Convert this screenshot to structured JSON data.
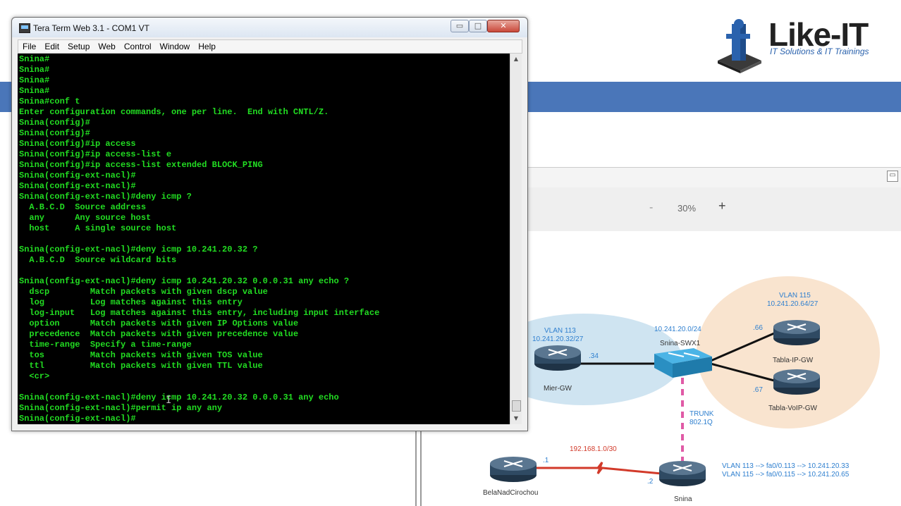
{
  "slide": {
    "logo_word": "Like-IT",
    "logo_tagline": "IT Solutions & IT Trainings",
    "band_color": "#4a76b9"
  },
  "viewer": {
    "restore_icon": "restore-icon",
    "zoom_minus": "-",
    "zoom_value": "30%",
    "zoom_plus": "+"
  },
  "diagram": {
    "vlan113": "VLAN 113",
    "vlan113_net": "10.241.20.32/27",
    "vlan115": "VLAN 115",
    "vlan115_net": "10.241.20.64/27",
    "switch_net": "10.241.20.0/24",
    "switch_name": "Snina-SWX1",
    "mier_ip": ".34",
    "mier_name": "Mier-GW",
    "tabla_ip_addr": ".66",
    "tabla_ip_name": "Tabla-IP-GW",
    "tabla_voip_addr": ".67",
    "tabla_voip_name": "Tabla-VoIP-GW",
    "trunk": "TRUNK",
    "trunk_std": "802.1Q",
    "serial_net": "192.168.1.0/30",
    "bela_ip": ".1",
    "bela_name": "BelaNadCirochou",
    "snina_ip": ".2",
    "snina_name": "Snina",
    "map_line1": "VLAN 113 --> fa0/0.113 --> 10.241.20.33",
    "map_line2": "VLAN 115 --> fa0/0.115 --> 10.241.20.65"
  },
  "window": {
    "title": "Tera Term Web 3.1 - COM1 VT",
    "btn_min": "▭",
    "btn_max": "□",
    "btn_close": "✕",
    "menu": [
      "File",
      "Edit",
      "Setup",
      "Web",
      "Control",
      "Window",
      "Help"
    ],
    "scroll_up": "▲",
    "scroll_down": "▼",
    "text_color": "#22dd22"
  },
  "terminal": {
    "lines": [
      "Snina#",
      "Snina#",
      "Snina#",
      "Snina#",
      "Snina#conf t",
      "Enter configuration commands, one per line.  End with CNTL/Z.",
      "Snina(config)#",
      "Snina(config)#",
      "Snina(config)#ip access",
      "Snina(config)#ip access-list e",
      "Snina(config)#ip access-list extended BLOCK_PING",
      "Snina(config-ext-nacl)#",
      "Snina(config-ext-nacl)#",
      "Snina(config-ext-nacl)#deny icmp ?",
      "  A.B.C.D  Source address",
      "  any      Any source host",
      "  host     A single source host",
      "",
      "Snina(config-ext-nacl)#deny icmp 10.241.20.32 ?",
      "  A.B.C.D  Source wildcard bits",
      "",
      "Snina(config-ext-nacl)#deny icmp 10.241.20.32 0.0.0.31 any echo ?",
      "  dscp        Match packets with given dscp value",
      "  log         Log matches against this entry",
      "  log-input   Log matches against this entry, including input interface",
      "  option      Match packets with given IP Options value",
      "  precedence  Match packets with given precedence value",
      "  time-range  Specify a time-range",
      "  tos         Match packets with given TOS value",
      "  ttl         Match packets with given TTL value",
      "  <cr>",
      "",
      "Snina(config-ext-nacl)#deny icmp 10.241.20.32 0.0.0.31 any echo",
      "Snina(config-ext-nacl)#permit ip any any",
      "Snina(config-ext-nacl)#"
    ]
  }
}
